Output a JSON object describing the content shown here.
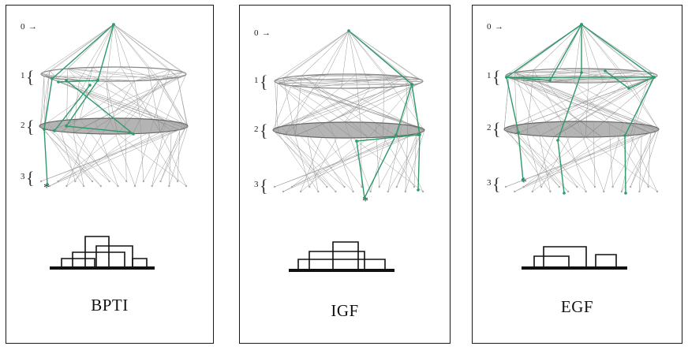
{
  "panels": [
    {
      "id": "bpti",
      "title": "BPTI",
      "levels": [
        "0",
        "1",
        "2",
        "3"
      ],
      "star": "*",
      "highlight_color": "#2e9a6a"
    },
    {
      "id": "igf",
      "title": "IGF",
      "levels": [
        "0",
        "1",
        "2",
        "3"
      ],
      "star": "*",
      "highlight_color": "#2e9a6a"
    },
    {
      "id": "egf",
      "title": "EGF",
      "levels": [
        "0",
        "1",
        "2",
        "3"
      ],
      "star": "*",
      "highlight_color": "#2e9a6a"
    }
  ],
  "colors": {
    "network_edges": "#9a9a9a",
    "ring_fill": "#777777",
    "highlight": "#2e9a6a",
    "bracket": "#111111"
  }
}
